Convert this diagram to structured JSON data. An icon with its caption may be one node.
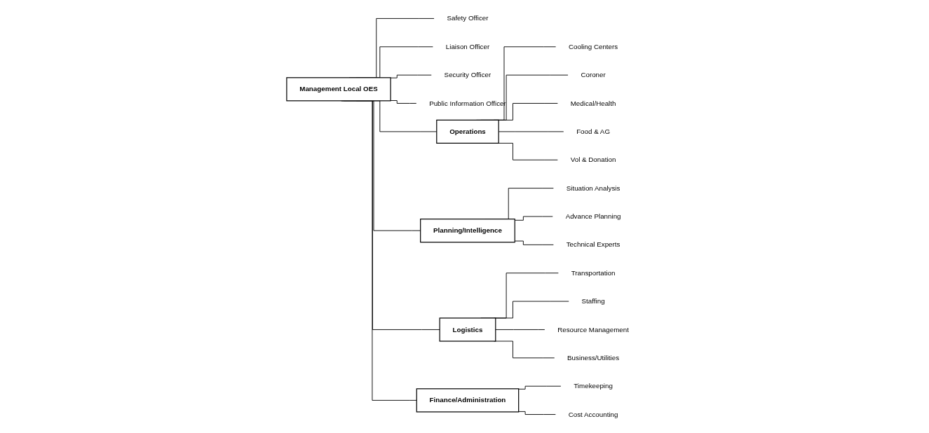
{
  "diagram": {
    "nodes": [
      {
        "text": [
          "Management Local OES"
        ]
      },
      {
        "text": [
          "Safety Officer"
        ]
      },
      {
        "text": [
          "Liaison Officer"
        ]
      },
      {
        "text": [
          "Security Officer"
        ]
      },
      {
        "text": [
          "Public Information Officer"
        ]
      },
      {
        "text": [
          "Operations"
        ]
      },
      {
        "text": [
          "Planning/Intelligence"
        ]
      },
      {
        "text": [
          "Logistics"
        ]
      },
      {
        "text": [
          "Finance/Administration"
        ]
      },
      {
        "text": [
          "Cooling Centers"
        ]
      },
      {
        "text": [
          "Coroner"
        ]
      },
      {
        "text": [
          "Medical/Health"
        ]
      },
      {
        "text": [
          "Food & AG"
        ]
      },
      {
        "text": [
          "Vol & Donation"
        ]
      },
      {
        "text": [
          "Situation Analysis"
        ]
      },
      {
        "text": [
          "Advance Planning"
        ]
      },
      {
        "text": [
          "Technical Experts"
        ]
      },
      {
        "text": [
          "Transportation"
        ]
      },
      {
        "text": [
          "Staffing"
        ]
      },
      {
        "text": [
          "Resource Management"
        ]
      },
      {
        "text": [
          "Business/Utilities"
        ]
      },
      {
        "text": [
          "Timekeeping"
        ]
      },
      {
        "text": [
          "Cost Accounting"
        ]
      }
    ],
    "edges": [
      {
        "from": 0,
        "to": 1,
        "arrow": "none"
      },
      {
        "from": 0,
        "to": 2,
        "arrow": "none"
      },
      {
        "from": 0,
        "to": 3,
        "arrow": "none"
      },
      {
        "from": 0,
        "to": 4,
        "arrow": "none"
      },
      {
        "from": 0,
        "to": 5,
        "arrow": "none"
      },
      {
        "from": 0,
        "to": 6,
        "arrow": "none"
      },
      {
        "from": 0,
        "to": 7,
        "arrow": "none"
      },
      {
        "from": 0,
        "to": 8,
        "arrow": "none"
      },
      {
        "from": 5,
        "to": 9,
        "arrow": "none"
      },
      {
        "from": 5,
        "to": 10,
        "arrow": "none"
      },
      {
        "from": 5,
        "to": 11,
        "arrow": "none"
      },
      {
        "from": 5,
        "to": 12,
        "arrow": "none"
      },
      {
        "from": 5,
        "to": 13,
        "arrow": "none"
      },
      {
        "from": 6,
        "to": 14,
        "arrow": "none"
      },
      {
        "from": 6,
        "to": 15,
        "arrow": "none"
      },
      {
        "from": 6,
        "to": 16,
        "arrow": "none"
      },
      {
        "from": 7,
        "to": 17,
        "arrow": "none"
      },
      {
        "from": 7,
        "to": 18,
        "arrow": "none"
      },
      {
        "from": 7,
        "to": 19,
        "arrow": "none"
      },
      {
        "from": 7,
        "to": 20,
        "arrow": "none"
      },
      {
        "from": 8,
        "to": 21,
        "arrow": "none"
      },
      {
        "from": 8,
        "to": 22,
        "arrow": "none"
      }
    ]
  }
}
